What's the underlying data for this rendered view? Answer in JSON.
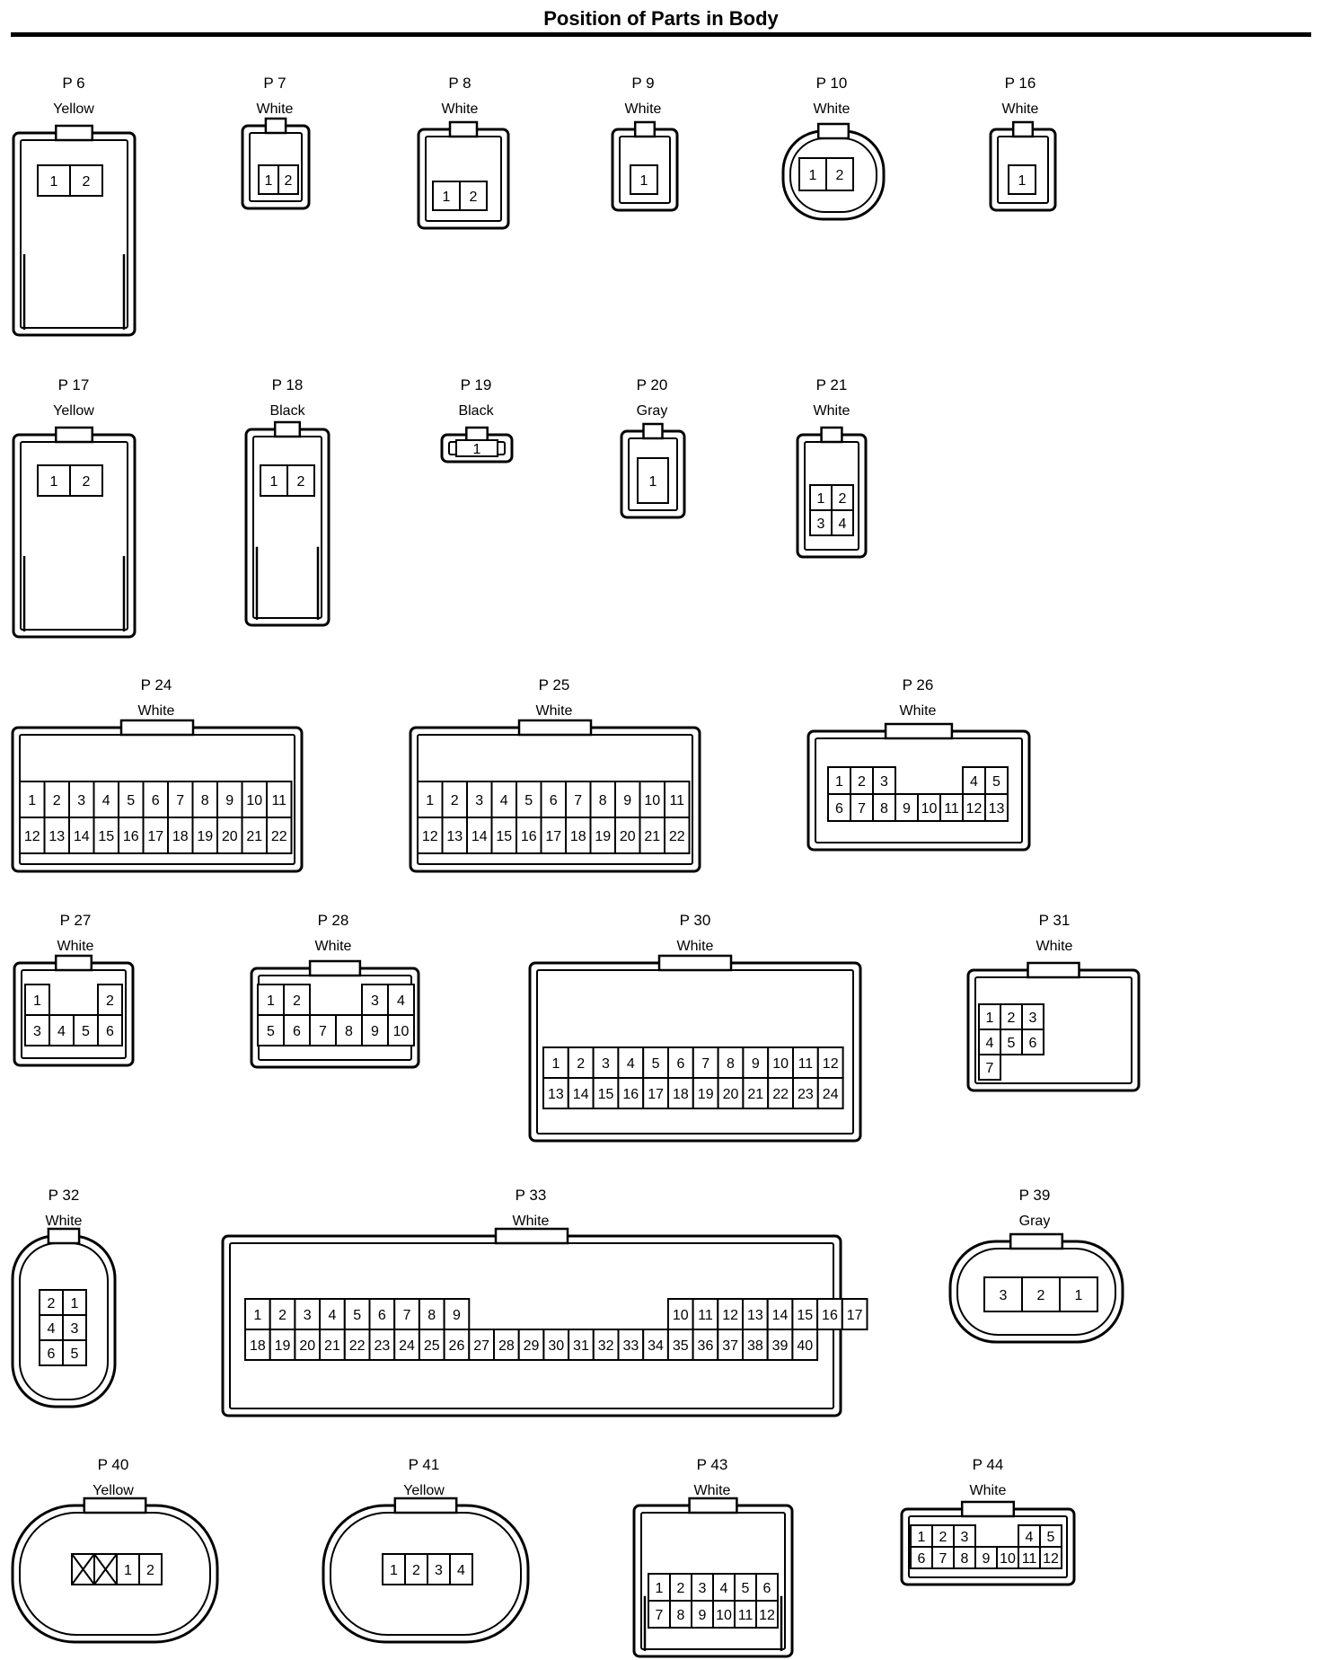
{
  "title": "Position of Parts in Body",
  "connectors": [
    {
      "id": "P 6",
      "color": "Yellow",
      "pins": [
        [
          "1",
          "2"
        ]
      ]
    },
    {
      "id": "P 7",
      "color": "White",
      "pins": [
        [
          "1",
          "2"
        ]
      ]
    },
    {
      "id": "P 8",
      "color": "White",
      "pins": [
        [
          "1",
          "2"
        ]
      ]
    },
    {
      "id": "P 9",
      "color": "White",
      "pins": [
        [
          "1"
        ]
      ]
    },
    {
      "id": "P 10",
      "color": "White",
      "pins": [
        [
          "1",
          "2"
        ]
      ]
    },
    {
      "id": "P 16",
      "color": "White",
      "pins": [
        [
          "1"
        ]
      ]
    },
    {
      "id": "P 17",
      "color": "Yellow",
      "pins": [
        [
          "1",
          "2"
        ]
      ]
    },
    {
      "id": "P 18",
      "color": "Black",
      "pins": [
        [
          "1",
          "2"
        ]
      ]
    },
    {
      "id": "P 19",
      "color": "Black",
      "pins": [
        [
          "1"
        ]
      ]
    },
    {
      "id": "P 20",
      "color": "Gray",
      "pins": [
        [
          "1"
        ]
      ]
    },
    {
      "id": "P 21",
      "color": "White",
      "pins": [
        [
          "1",
          "2"
        ],
        [
          "3",
          "4"
        ]
      ]
    },
    {
      "id": "P 24",
      "color": "White",
      "pins": [
        [
          "1",
          "2",
          "3",
          "4",
          "5",
          "6",
          "7",
          "8",
          "9",
          "10",
          "11"
        ],
        [
          "12",
          "13",
          "14",
          "15",
          "16",
          "17",
          "18",
          "19",
          "20",
          "21",
          "22"
        ]
      ]
    },
    {
      "id": "P 25",
      "color": "White",
      "pins": [
        [
          "1",
          "2",
          "3",
          "4",
          "5",
          "6",
          "7",
          "8",
          "9",
          "10",
          "11"
        ],
        [
          "12",
          "13",
          "14",
          "15",
          "16",
          "17",
          "18",
          "19",
          "20",
          "21",
          "22"
        ]
      ]
    },
    {
      "id": "P 26",
      "color": "White",
      "pins": [
        [
          "1",
          "2",
          "3",
          "",
          "",
          "",
          "4",
          "5"
        ],
        [
          "6",
          "7",
          "8",
          "9",
          "10",
          "11",
          "12",
          "13"
        ]
      ]
    },
    {
      "id": "P 27",
      "color": "White",
      "pins": [
        [
          "1",
          "",
          "",
          "2"
        ],
        [
          "3",
          "4",
          "5",
          "6"
        ]
      ]
    },
    {
      "id": "P 28",
      "color": "White",
      "pins": [
        [
          "1",
          "2",
          "",
          "",
          "3",
          "4"
        ],
        [
          "5",
          "6",
          "7",
          "8",
          "9",
          "10"
        ]
      ]
    },
    {
      "id": "P 30",
      "color": "White",
      "pins": [
        [
          "1",
          "2",
          "3",
          "4",
          "5",
          "6",
          "7",
          "8",
          "9",
          "10",
          "11",
          "12"
        ],
        [
          "13",
          "14",
          "15",
          "16",
          "17",
          "18",
          "19",
          "20",
          "21",
          "22",
          "23",
          "24"
        ]
      ]
    },
    {
      "id": "P 31",
      "color": "White",
      "pins": [
        [
          "1",
          "2",
          "3"
        ],
        [
          "4",
          "5",
          "6"
        ],
        [
          "7"
        ]
      ]
    },
    {
      "id": "P 32",
      "color": "White",
      "pins": [
        [
          "2",
          "1"
        ],
        [
          "4",
          "3"
        ],
        [
          "6",
          "5"
        ]
      ]
    },
    {
      "id": "P 33",
      "color": "White",
      "pins": [
        [
          "1",
          "2",
          "3",
          "4",
          "5",
          "6",
          "7",
          "8",
          "9",
          "",
          "",
          "",
          "",
          "",
          "",
          "",
          "",
          "10",
          "11",
          "12",
          "13",
          "14",
          "15",
          "16",
          "17"
        ],
        [
          "18",
          "19",
          "20",
          "21",
          "22",
          "23",
          "24",
          "25",
          "26",
          "27",
          "28",
          "29",
          "30",
          "31",
          "32",
          "33",
          "34",
          "35",
          "36",
          "37",
          "38",
          "39",
          "40"
        ]
      ]
    },
    {
      "id": "P 39",
      "color": "Gray",
      "pins": [
        [
          "3",
          "2",
          "1"
        ]
      ]
    },
    {
      "id": "P 40",
      "color": "Yellow",
      "pins": [
        [
          "",
          "",
          "1",
          "2"
        ]
      ]
    },
    {
      "id": "P 41",
      "color": "Yellow",
      "pins": [
        [
          "1",
          "2",
          "3",
          "4"
        ]
      ]
    },
    {
      "id": "P 43",
      "color": "White",
      "pins": [
        [
          "1",
          "2",
          "3",
          "4",
          "5",
          "6"
        ],
        [
          "7",
          "8",
          "9",
          "10",
          "11",
          "12"
        ]
      ]
    },
    {
      "id": "P 44",
      "color": "White",
      "pins": [
        [
          "1",
          "2",
          "3",
          "",
          "",
          "4",
          "5"
        ],
        [
          "6",
          "7",
          "8",
          "9",
          "10",
          "11",
          "12"
        ]
      ]
    }
  ]
}
